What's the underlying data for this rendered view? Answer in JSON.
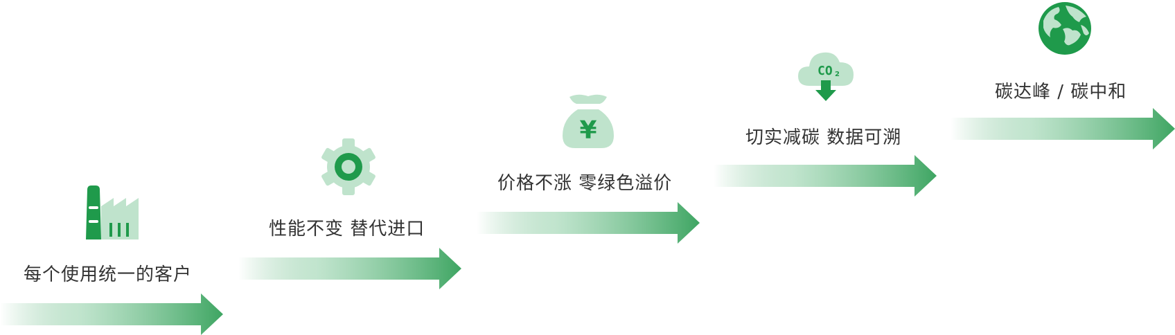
{
  "steps": [
    {
      "label": "每个使用统一的客户",
      "icon": "factory-icon"
    },
    {
      "label": "性能不变 替代进口",
      "icon": "gear-icon"
    },
    {
      "label": "价格不涨 零绿色溢价",
      "icon": "money-bag-icon"
    },
    {
      "label": "切实减碳 数据可溯",
      "icon": "co2-cloud-icon"
    },
    {
      "label": "碳达峰 / 碳中和",
      "icon": "globe-icon"
    }
  ],
  "co2_text": "CO",
  "co2_sub": "2",
  "yen_symbol": "¥",
  "colors": {
    "dark_green": "#1f9a4b",
    "light_green": "#bfe3cc",
    "arrow_end": "#3ea562"
  }
}
